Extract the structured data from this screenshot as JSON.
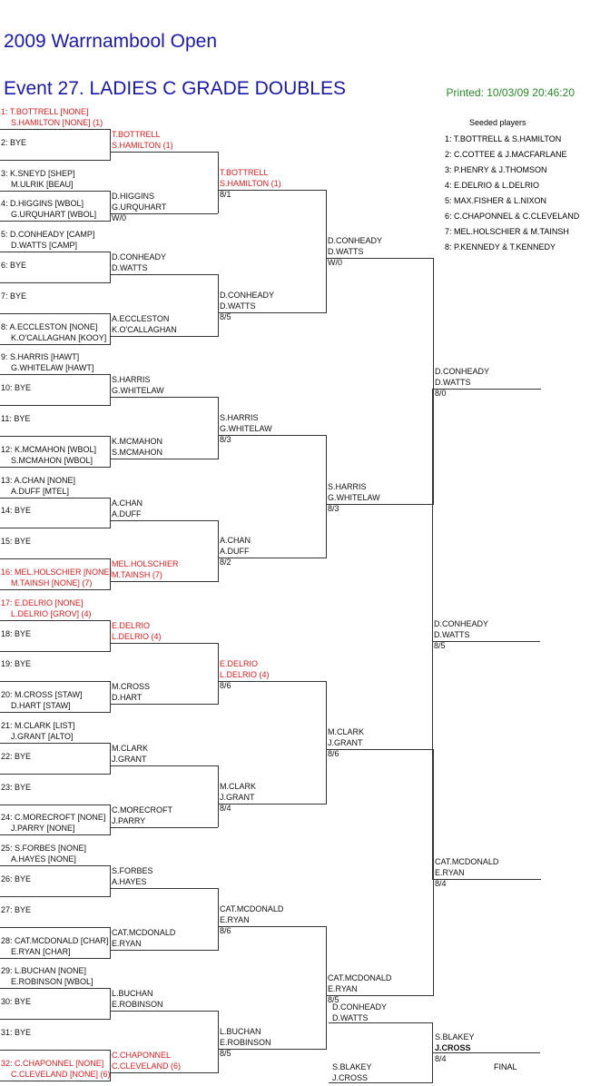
{
  "header": {
    "tournament": "2009 Warrnambool Open",
    "event": "Event 27. LADIES C GRADE DOUBLES",
    "printed": "Printed: 10/03/09 20:46:20"
  },
  "colors": {
    "title": "#1a1aa6",
    "seeded": "#d42020",
    "printed": "#2a8a2a"
  },
  "seeded": {
    "title": "Seeded players",
    "list": [
      "1: T.BOTTRELL & S.HAMILTON",
      "2: C.COTTEE & J.MACFARLANE",
      "3: P.HENRY & J.THOMSON",
      "4: E.DELRIO & L.DELRIO",
      "5: MAX.FISHER & L.NIXON",
      "6: C.CHAPONNEL & C.CLEVELAND",
      "7: MEL.HOLSCHIER & M.TAINSH",
      "8: P.KENNEDY & T.KENNEDY"
    ]
  },
  "round1": [
    {
      "a": "1: T.BOTTRELL [NONE]",
      "b": "S.HAMILTON [NONE] (1)",
      "seed": true
    },
    {
      "a": "2: BYE",
      "b": "",
      "seed": false
    },
    {
      "a": "3: K.SNEYD [SHEP]",
      "b": "M.ULRIK [BEAU]",
      "seed": false
    },
    {
      "a": "4: D.HIGGINS [WBOL]",
      "b": "G.URQUHART [WBOL]",
      "seed": false
    },
    {
      "a": "5: D.CONHEADY [CAMP]",
      "b": "D.WATTS [CAMP]",
      "seed": false
    },
    {
      "a": "6: BYE",
      "b": "",
      "seed": false
    },
    {
      "a": "7: BYE",
      "b": "",
      "seed": false
    },
    {
      "a": "8: A.ECCLESTON [NONE]",
      "b": "K.O'CALLAGHAN [KOOY]",
      "seed": false
    },
    {
      "a": "9: S.HARRIS [HAWT]",
      "b": "G.WHITELAW [HAWT]",
      "seed": false
    },
    {
      "a": "10: BYE",
      "b": "",
      "seed": false
    },
    {
      "a": "11: BYE",
      "b": "",
      "seed": false
    },
    {
      "a": "12: K.MCMAHON [WBOL]",
      "b": "S.MCMAHON [WBOL]",
      "seed": false
    },
    {
      "a": "13: A.CHAN [NONE]",
      "b": "A.DUFF [MTEL]",
      "seed": false
    },
    {
      "a": "14: BYE",
      "b": "",
      "seed": false
    },
    {
      "a": "15: BYE",
      "b": "",
      "seed": false
    },
    {
      "a": "16: MEL.HOLSCHIER [NONE]",
      "b": "M.TAINSH [NONE] (7)",
      "seed": true
    },
    {
      "a": "17: E.DELRIO [NONE]",
      "b": "L.DELRIO [GROV] (4)",
      "seed": true
    },
    {
      "a": "18: BYE",
      "b": "",
      "seed": false
    },
    {
      "a": "19: BYE",
      "b": "",
      "seed": false
    },
    {
      "a": "20: M.CROSS [STAW]",
      "b": "D.HART [STAW]",
      "seed": false
    },
    {
      "a": "21: M.CLARK [LIST]",
      "b": "J.GRANT [ALTO]",
      "seed": false
    },
    {
      "a": "22: BYE",
      "b": "",
      "seed": false
    },
    {
      "a": "23: BYE",
      "b": "",
      "seed": false
    },
    {
      "a": "24: C.MORECROFT [NONE]",
      "b": "J.PARRY [NONE]",
      "seed": false
    },
    {
      "a": "25: S.FORBES [NONE]",
      "b": "A.HAYES [NONE]",
      "seed": false
    },
    {
      "a": "26: BYE",
      "b": "",
      "seed": false
    },
    {
      "a": "27: BYE",
      "b": "",
      "seed": false
    },
    {
      "a": "28: CAT.MCDONALD [CHAR]",
      "b": "E.RYAN [CHAR]",
      "seed": false
    },
    {
      "a": "29: L.BUCHAN [NONE]",
      "b": "E.ROBINSON [WBOL]",
      "seed": false
    },
    {
      "a": "30: BYE",
      "b": "",
      "seed": false
    },
    {
      "a": "31: BYE",
      "b": "",
      "seed": false
    },
    {
      "a": "32: C.CHAPONNEL [NONE]",
      "b": "C.CLEVELAND [NONE] (6)",
      "seed": true
    }
  ],
  "round2": [
    {
      "a": "T.BOTTRELL",
      "b": "S.HAMILTON (1)",
      "s": "",
      "seed": true
    },
    {
      "a": "D.HIGGINS",
      "b": "G.URQUHART",
      "s": "W/0",
      "seed": false
    },
    {
      "a": "D.CONHEADY",
      "b": "D.WATTS",
      "s": "",
      "seed": false
    },
    {
      "a": "A.ECCLESTON",
      "b": "K.O'CALLAGHAN",
      "s": "",
      "seed": false
    },
    {
      "a": "S.HARRIS",
      "b": "G.WHITELAW",
      "s": "",
      "seed": false
    },
    {
      "a": "K.MCMAHON",
      "b": "S.MCMAHON",
      "s": "",
      "seed": false
    },
    {
      "a": "A.CHAN",
      "b": "A.DUFF",
      "s": "",
      "seed": false
    },
    {
      "a": "MEL.HOLSCHIER",
      "b": "M.TAINSH (7)",
      "s": "",
      "seed": true
    },
    {
      "a": "E.DELRIO",
      "b": "L.DELRIO (4)",
      "s": "",
      "seed": true
    },
    {
      "a": "M.CROSS",
      "b": "D.HART",
      "s": "",
      "seed": false
    },
    {
      "a": "M.CLARK",
      "b": "J.GRANT",
      "s": "",
      "seed": false
    },
    {
      "a": "C.MORECROFT",
      "b": "J.PARRY",
      "s": "",
      "seed": false
    },
    {
      "a": "S.FORBES",
      "b": "A.HAYES",
      "s": "",
      "seed": false
    },
    {
      "a": "CAT.MCDONALD",
      "b": "E.RYAN",
      "s": "",
      "seed": false
    },
    {
      "a": "L.BUCHAN",
      "b": "E.ROBINSON",
      "s": "",
      "seed": false
    },
    {
      "a": "C.CHAPONNEL",
      "b": "C.CLEVELAND (6)",
      "s": "",
      "seed": true
    }
  ],
  "round3": [
    {
      "a": "T.BOTTRELL",
      "b": "S.HAMILTON (1)",
      "s": "8/1",
      "seed": true
    },
    {
      "a": "D.CONHEADY",
      "b": "D.WATTS",
      "s": "8/5",
      "seed": false
    },
    {
      "a": "S.HARRIS",
      "b": "G.WHITELAW",
      "s": "8/3",
      "seed": false
    },
    {
      "a": "A.CHAN",
      "b": "A.DUFF",
      "s": "8/2",
      "seed": false
    },
    {
      "a": "E.DELRIO",
      "b": "L.DELRIO (4)",
      "s": "8/6",
      "seed": true
    },
    {
      "a": "M.CLARK",
      "b": "J.GRANT",
      "s": "8/4",
      "seed": false
    },
    {
      "a": "CAT.MCDONALD",
      "b": "E.RYAN",
      "s": "8/6",
      "seed": false
    },
    {
      "a": "L.BUCHAN",
      "b": "E.ROBINSON",
      "s": "8/5",
      "seed": false
    }
  ],
  "round4": [
    {
      "a": "D.CONHEADY",
      "b": "D.WATTS",
      "s": "W/0",
      "seed": false
    },
    {
      "a": "S.HARRIS",
      "b": "G.WHITELAW",
      "s": "8/3",
      "seed": false
    },
    {
      "a": "M.CLARK",
      "b": "J.GRANT",
      "s": "8/6",
      "seed": false
    },
    {
      "a": "CAT.MCDONALD",
      "b": "E.RYAN",
      "s": "8/5",
      "seed": false
    }
  ],
  "round5": [
    {
      "a": "D.CONHEADY",
      "b": "D.WATTS",
      "s": "8/0",
      "seed": false
    },
    {
      "a": "CAT.MCDONALD",
      "b": "E.RYAN",
      "s": "8/4",
      "seed": false
    }
  ],
  "round6": [
    {
      "a": "D.CONHEADY",
      "b": "D.WATTS",
      "s": "8/5",
      "seed": false
    }
  ],
  "final": {
    "label": "FINAL",
    "p1": {
      "a": "D.CONHEADY",
      "b": "D.WATTS"
    },
    "p2": {
      "a": "S.BLAKEY",
      "b": "J.CROSS"
    },
    "winner": {
      "a": "S.BLAKEY",
      "b": "J.CROSS",
      "s": "8/4"
    }
  }
}
